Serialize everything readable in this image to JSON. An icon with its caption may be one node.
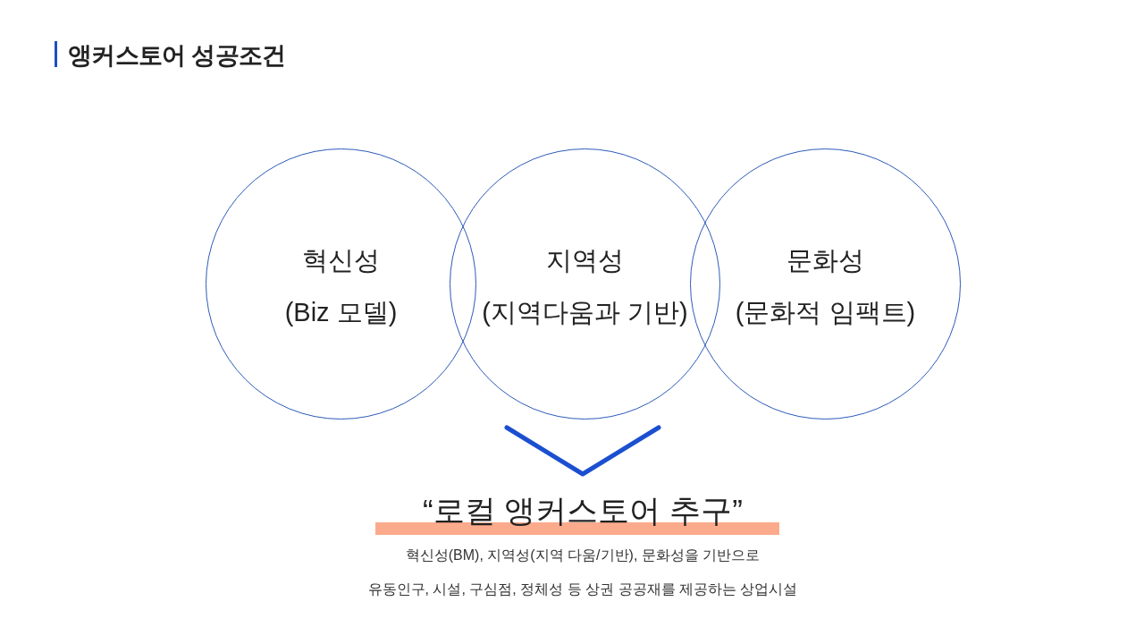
{
  "diagram": {
    "title": "앵커스토어 성공조건",
    "nodes": [
      {
        "text": [
          "혁신성",
          "(Biz 모델)"
        ]
      },
      {
        "text": [
          "지역성",
          "(지역다움과 기반)"
        ]
      },
      {
        "text": [
          "문화성",
          "(문화적 임팩트)"
        ]
      }
    ],
    "labels": [
      "“로컬 앵커스토어 추구”",
      "혁신성(BM), 지역성(지역 다움/기반), 문화성을 기반으로",
      "유동인구, 시설, 구심점, 정체성 등 상권 공공재를 제공하는 상업시설"
    ]
  }
}
